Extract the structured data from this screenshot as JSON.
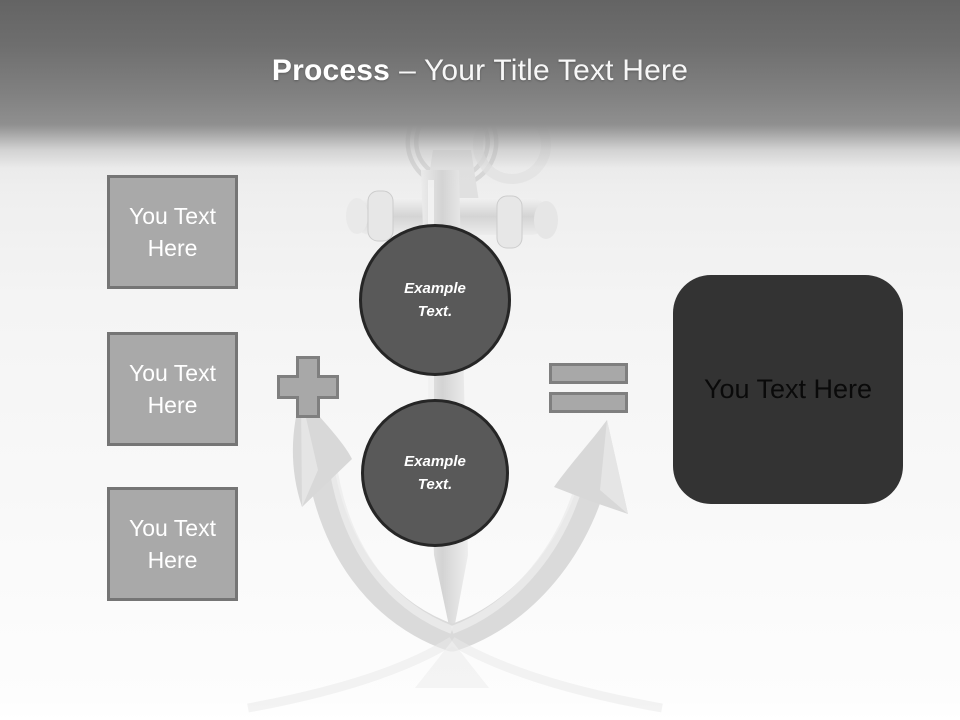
{
  "slide": {
    "title": {
      "bold": "Process",
      "rest": "– Your Title Text Here"
    },
    "input_boxes": [
      {
        "label": "You Text Here"
      },
      {
        "label": "You Text Here"
      },
      {
        "label": "You Text Here"
      }
    ],
    "example_circles": [
      {
        "label": "Example Text."
      },
      {
        "label": "Example Text."
      }
    ],
    "result_box": {
      "label": "You Text Here"
    },
    "icons": {
      "plus": "plus-icon",
      "equals": "equals-icon",
      "watermark": "anchor-image"
    },
    "colors": {
      "header_top": "#646464",
      "header_bottom": "#8f8f8f",
      "title_color": "#ffffff",
      "box_fill": "#a9a9a9",
      "box_border": "#757575",
      "box_text": "#ffffff",
      "circle_fill": "#595959",
      "circle_border": "#262626",
      "operator_fill": "#a8a8a8",
      "operator_border": "#7f7f7f",
      "result_fill": "#333333",
      "result_text": "#0a0a0a",
      "anchor_tone": "#dcdcdc"
    }
  }
}
